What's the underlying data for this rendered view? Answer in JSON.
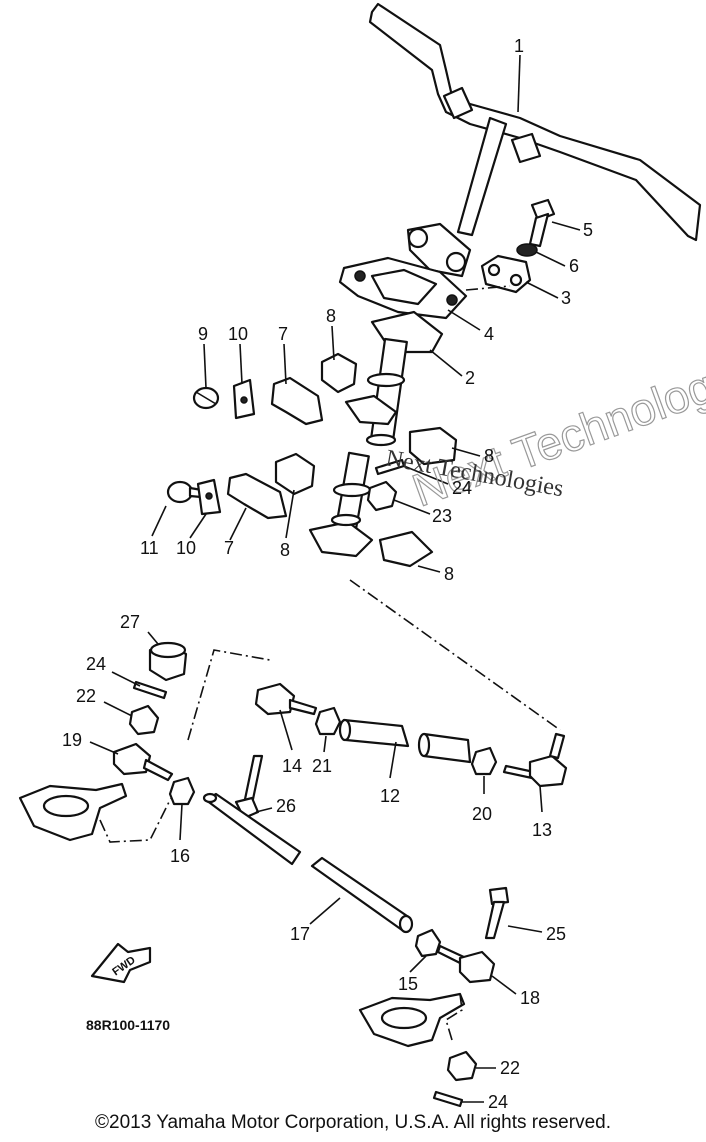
{
  "callouts": [
    "1",
    "5",
    "6",
    "3",
    "4",
    "2",
    "8",
    "7",
    "10",
    "9",
    "8",
    "24",
    "23",
    "11",
    "10",
    "7",
    "8",
    "8",
    "27",
    "24",
    "22",
    "19",
    "16",
    "14",
    "21",
    "12",
    "20",
    "13",
    "26",
    "17",
    "25",
    "15",
    "18",
    "22",
    "24"
  ],
  "part_number": "88R100-1170",
  "fwd_label": "FWD",
  "watermark": {
    "line1": "Next Technologies",
    "line2": "Next Technologies"
  },
  "copyright": "©2013 Yamaha Motor Corporation, U.S.A. All rights reserved."
}
